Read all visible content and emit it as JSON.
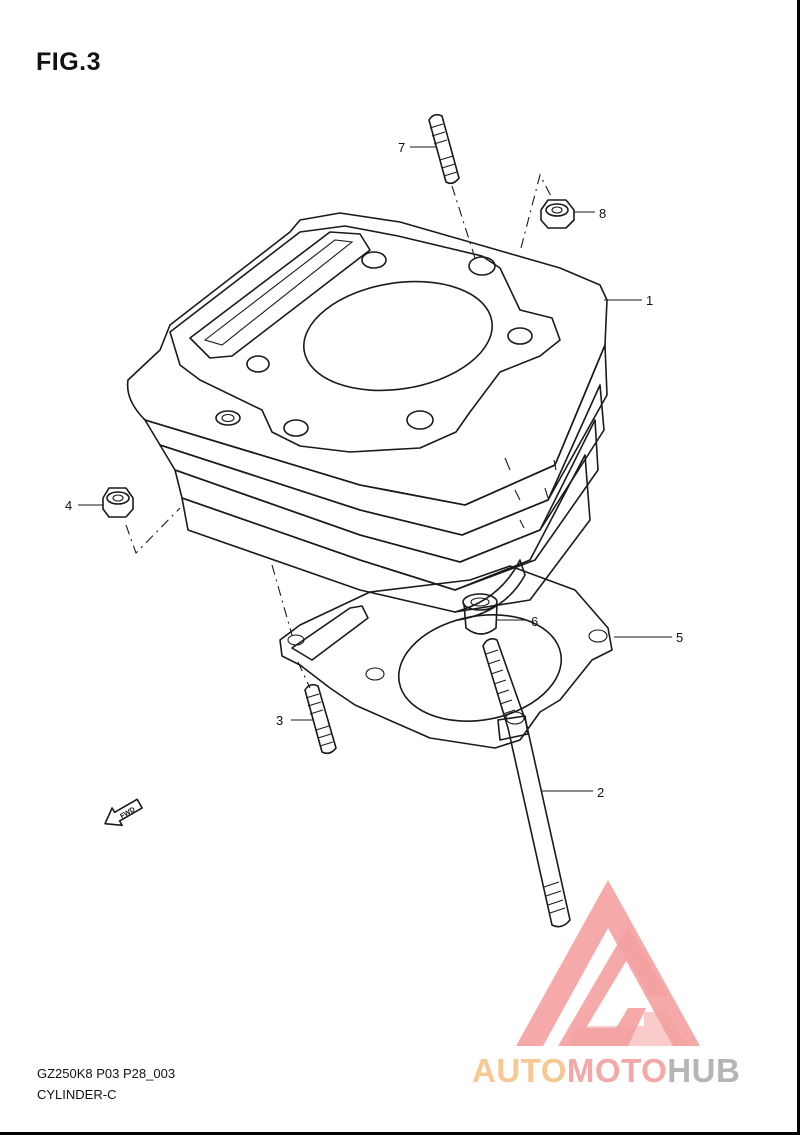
{
  "figure": {
    "title": "FIG.3",
    "model_code": "GZ250K8 P03 P28_003",
    "section_name": "CYLINDER-C",
    "fwd_mark": "FWD"
  },
  "parts": [
    {
      "ref": "1",
      "name": "cylinder"
    },
    {
      "ref": "2",
      "name": "long-stud"
    },
    {
      "ref": "3",
      "name": "short-stud"
    },
    {
      "ref": "4",
      "name": "nut"
    },
    {
      "ref": "5",
      "name": "base-gasket"
    },
    {
      "ref": "6",
      "name": "dowel-pin"
    },
    {
      "ref": "7",
      "name": "top-stud"
    },
    {
      "ref": "8",
      "name": "nut"
    }
  ],
  "watermark": {
    "brand_part_1": "AUTO",
    "brand_part_2": "MOTO",
    "brand_part_3": "HUB",
    "colors": {
      "part_1": "#f7c894",
      "part_2": "#f4a8a8",
      "part_3": "#b5b5b5",
      "logo": "#f4a0a0"
    }
  }
}
